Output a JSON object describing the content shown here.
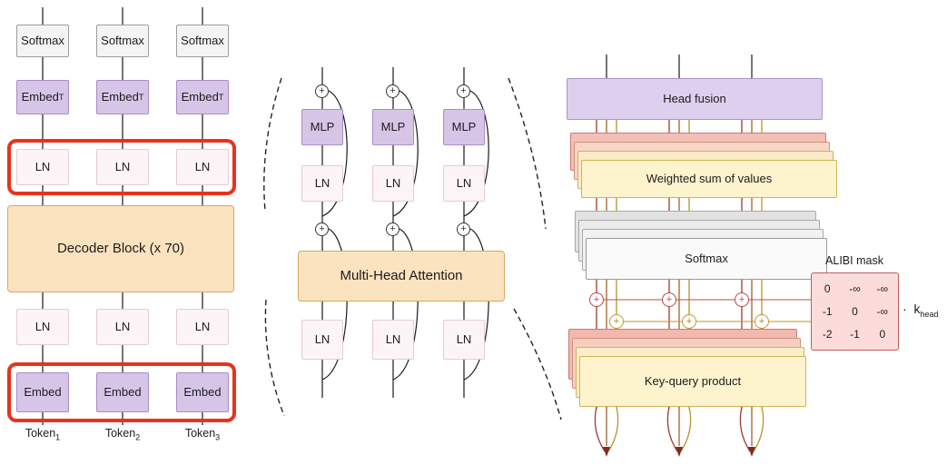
{
  "left": {
    "softmax": [
      "Softmax",
      "Softmax",
      "Softmax"
    ],
    "embed_t": [
      {
        "base": "Embed",
        "sup": "T"
      },
      {
        "base": "Embed",
        "sup": "T"
      },
      {
        "base": "Embed",
        "sup": "T"
      }
    ],
    "ln": [
      "LN",
      "LN",
      "LN",
      "LN",
      "LN",
      "LN"
    ],
    "decoder_block": "Decoder Block (x 70)",
    "embed": [
      "Embed",
      "Embed",
      "Embed"
    ],
    "tokens": [
      {
        "base": "Token",
        "sub": "1"
      },
      {
        "base": "Token",
        "sub": "2"
      },
      {
        "base": "Token",
        "sub": "3"
      }
    ]
  },
  "middle": {
    "plus": "+",
    "mlp": [
      "MLP",
      "MLP",
      "MLP"
    ],
    "ln_top": [
      "LN",
      "LN",
      "LN"
    ],
    "ln_bottom": [
      "LN",
      "LN",
      "LN"
    ],
    "mha": "Multi-Head Attention"
  },
  "right": {
    "head_fusion": "Head fusion",
    "weighted_sum": "Weighted sum of values",
    "softmax": "Softmax",
    "plus": "+",
    "key_query": "Key-query product",
    "alibi": {
      "label": "ALIBI mask",
      "matrix": [
        [
          "0",
          "-∞",
          "-∞"
        ],
        [
          "-1",
          "0",
          "-∞"
        ],
        [
          "-2",
          "-1",
          "0"
        ]
      ],
      "factor": {
        "dot": "·",
        "base": "k",
        "sub": "head"
      }
    }
  },
  "colors": {
    "highlight_red": "#e8321e",
    "block_orange": "#fce3bf",
    "module_purple": "#d7c5e8",
    "value_yellow": "#fdf3cd",
    "mask_pink": "#fbdcda"
  }
}
